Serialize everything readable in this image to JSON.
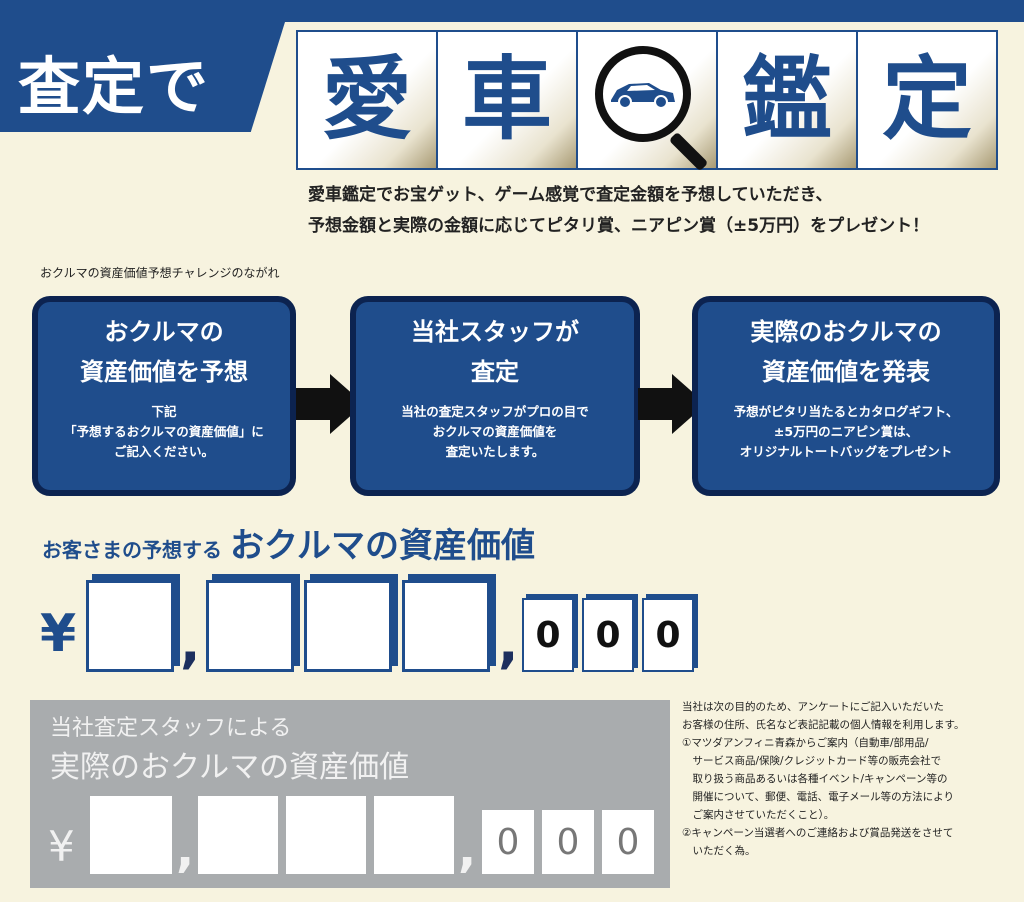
{
  "header": {
    "title_tag": "査定で",
    "tiles": [
      "愛",
      "車",
      "鑑",
      "定"
    ],
    "center_tile_icon": "magnifier-car-icon"
  },
  "intro": {
    "line1": "愛車鑑定でお宝ゲット、ゲーム感覚で査定金額を予想していただき、",
    "line2": "予想金額と実際の金額に応じてピタリ賞、ニアピン賞（±5万円）をプレゼント！"
  },
  "flow": {
    "caption": "おクルマの資産価値予想チャレンジのながれ",
    "steps": [
      {
        "heading": "おクルマの\n資産価値を予想",
        "body": "下記\n「予想するおクルマの資産価値」に\nご記入ください。"
      },
      {
        "heading": "当社スタッフが\n査定",
        "body": "当社の査定スタッフがプロの目で\nおクルマの資産価値を\n査定いたします。"
      },
      {
        "heading": "実際のおクルマの\n資産価値を発表",
        "body": "予想がピタリ当たるとカタログギフト、\n±5万円のニアピン賞は、\nオリジナルトートバッグをプレゼント"
      }
    ]
  },
  "guess": {
    "title_small": "お客さまの予想する",
    "title_large": "おクルマの資産価値",
    "yen": "¥",
    "comma": ",",
    "zeros": [
      "0",
      "0",
      "0"
    ]
  },
  "actual": {
    "title_line1": "当社査定スタッフによる",
    "title_line2": "実際のおクルマの資産価値",
    "yen": "¥",
    "comma": ",",
    "zeros": [
      "0",
      "0",
      "0"
    ]
  },
  "notice": {
    "text": "当社は次の目的のため、アンケートにご記入いただいた\nお客様の住所、氏名など表記記載の個人情報を利用します。\n①マツダアンフィニ青森からご案内（自動車/部用品/\n　サービス商品/保険/クレジットカード等の販売会社で\n　取り扱う商品あるいは各種イベント/キャンペーン等の\n　開催について、郵便、電話、電子メール等の方法により\n　ご案内させていただくこと）。\n②キャンペーン当選者へのご連絡および賞品発送をさせて\n　いただく為。"
  },
  "colors": {
    "navy": "#1f4d8c",
    "dark_navy": "#0c2350",
    "cream": "#f7f3df",
    "gray_panel": "#a9acae"
  }
}
